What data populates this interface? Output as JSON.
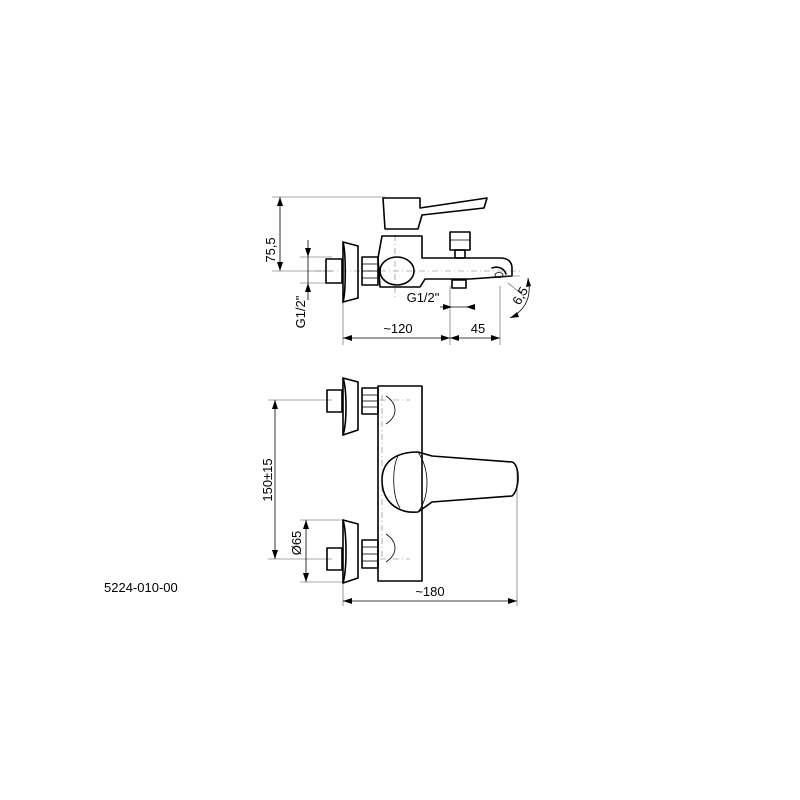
{
  "product_code": "5224-010-00",
  "top_view": {
    "dim_height": "75,5",
    "dim_thread_left": "G1/2\"",
    "dim_thread_bottom": "G1/2\"",
    "dim_length": "~120",
    "dim_offset": "45",
    "dim_angle": "6,5"
  },
  "front_view": {
    "dim_spacing": "150±15",
    "dim_diameter": "Ø65",
    "dim_width": "~180"
  }
}
